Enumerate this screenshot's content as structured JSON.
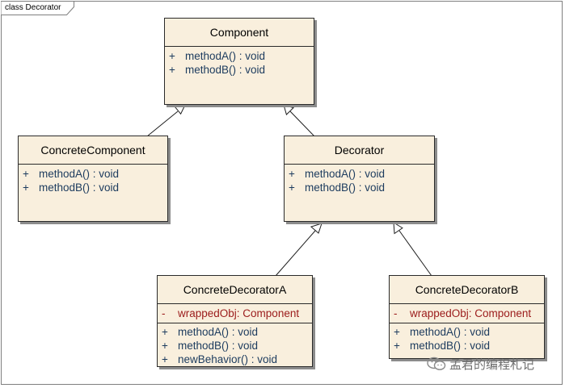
{
  "frame": {
    "title": "class Decorator"
  },
  "classes": {
    "component": {
      "name": "Component",
      "attributes": [],
      "operations": [
        {
          "visibility": "+",
          "signature": "methodA() : void"
        },
        {
          "visibility": "+",
          "signature": "methodB() : void"
        }
      ]
    },
    "concrete_component": {
      "name": "ConcreteComponent",
      "attributes": [],
      "operations": [
        {
          "visibility": "+",
          "signature": "methodA() : void"
        },
        {
          "visibility": "+",
          "signature": "methodB() : void"
        }
      ]
    },
    "decorator": {
      "name": "Decorator",
      "attributes": [],
      "operations": [
        {
          "visibility": "+",
          "signature": "methodA() : void"
        },
        {
          "visibility": "+",
          "signature": "methodB() : void"
        }
      ]
    },
    "concrete_decorator_a": {
      "name": "ConcreteDecoratorA",
      "attributes": [
        {
          "visibility": "-",
          "signature": "wrappedObj:  Component"
        }
      ],
      "operations": [
        {
          "visibility": "+",
          "signature": "methodA() : void"
        },
        {
          "visibility": "+",
          "signature": "methodB() : void"
        },
        {
          "visibility": "+",
          "signature": "newBehavior() : void"
        }
      ]
    },
    "concrete_decorator_b": {
      "name": "ConcreteDecoratorB",
      "attributes": [
        {
          "visibility": "-",
          "signature": "wrappedObj:  Component"
        }
      ],
      "operations": [
        {
          "visibility": "+",
          "signature": "methodA() : void"
        },
        {
          "visibility": "+",
          "signature": "methodB() : void"
        }
      ]
    }
  },
  "generalizations": [
    {
      "from": "concrete_component",
      "to": "component"
    },
    {
      "from": "decorator",
      "to": "component"
    },
    {
      "from": "concrete_decorator_a",
      "to": "decorator"
    },
    {
      "from": "concrete_decorator_b",
      "to": "decorator"
    }
  ],
  "watermark": {
    "text": "孟君的编程札记",
    "icon": "wechat-icon"
  }
}
